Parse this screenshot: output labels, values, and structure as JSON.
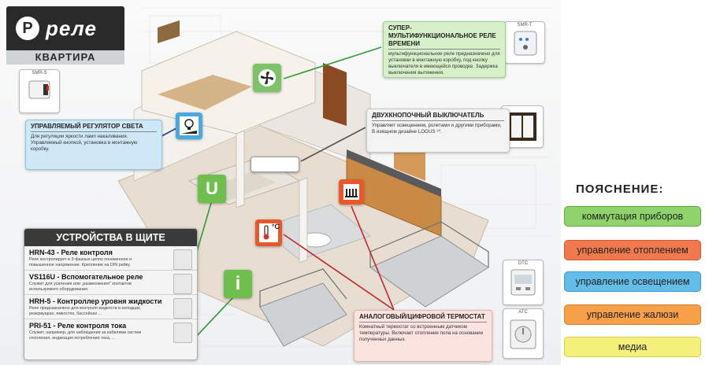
{
  "brand": {
    "logo_letter": "Р",
    "name": "реле",
    "location": "КВАРТИРА"
  },
  "thumbs": {
    "smr_s": "SMR-S",
    "smr_t": "SMR-T",
    "dtc": "DTC",
    "atc": "ATC"
  },
  "callouts": {
    "dimmer": {
      "title": "УПРАВЛЯЕМЫЙ РЕГУЛЯТОР СВЕТА",
      "description": "Для регуляции яркости ламп накаливания. Управляемый кнопкой, установка в монтажную коробку."
    },
    "timer": {
      "title": "СУПЕР-МУЛЬТИФУНКЦИОНАЛЬНОЕ РЕЛЕ ВРЕМЕНИ",
      "description": "мультифункциональное реле предназначено для установки в монтажную коробку, под кнопку выключателя в имеющейся проводке. Задержка выключения вытяжения."
    },
    "switch": {
      "title": "ДВУХКНОПОЧНЫЙ ВЫКЛЮЧАТЕЛЬ",
      "description": "Управляет освещением, ролетами и другими приборами. В изящном дизайне LOGUS ⁹⁰."
    },
    "thermostat": {
      "title": "АНАЛОГОВЫЙ/ЦИФРОВОЙ ТЕРМОСТАТ",
      "description": "Комнатный термостат со встроенным датчиком температуры. Включает отопление пола на основании полученных данных."
    }
  },
  "tiles": {
    "u": "U",
    "i": "i",
    "therm": "°C"
  },
  "panel": {
    "title": "УСТРОЙСТВА В ЩИТЕ",
    "devices": [
      {
        "name": "HRN-43 - Реле контроля",
        "description": "Реле контролирует в 3-фазных цепях пониженное и повышенное напряжение. Крепление на DIN рейку."
      },
      {
        "name": "VS116U - Вспомогательное реле",
        "description": "Служит для усиления или „размножения\" контактов используемого оборудования."
      },
      {
        "name": "HRH-5 - Контроллер уровня жидкости",
        "description": "Реле предназначено для контроля жидкости в колодцах, резервуарах, емкостях, бассейнах ..."
      },
      {
        "name": "PRI-51 - Реле контроля тока",
        "description": "Служит, например, для наблюдения за кабелями систем отопления, индикация потребления тока, ..."
      }
    ]
  },
  "legend": {
    "title": "ПОЯСНЕНИЕ:",
    "items": [
      {
        "label": "коммутация приборов",
        "color": "#8fd36b"
      },
      {
        "label": "управление отоплением",
        "color": "#f07a4d"
      },
      {
        "label": "управление освещением",
        "color": "#63bde8"
      },
      {
        "label": "управление жалюзи",
        "color": "#f7a04a"
      },
      {
        "label": "медиа",
        "color": "#f5f07a"
      }
    ]
  }
}
